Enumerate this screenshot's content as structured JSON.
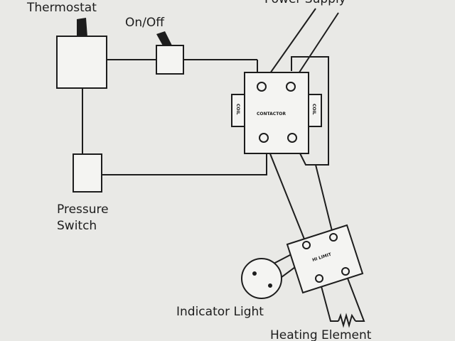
{
  "labels": {
    "thermostat": "Thermostat",
    "on_off": "On/Off",
    "power_supply": "Power Supply",
    "contactor": "CONTACTOR",
    "coil_left": "COIL",
    "coil_right": "COIL",
    "pressure": "Pressure",
    "switch": "Switch",
    "indicator_light": "Indicator Light",
    "hi_limit": "HI LIMIT",
    "heating_element": "Heating Element"
  },
  "colors": {
    "ink": "#1d1d1d",
    "paper": "#e9e9e6",
    "part": "#f4f4f2"
  }
}
